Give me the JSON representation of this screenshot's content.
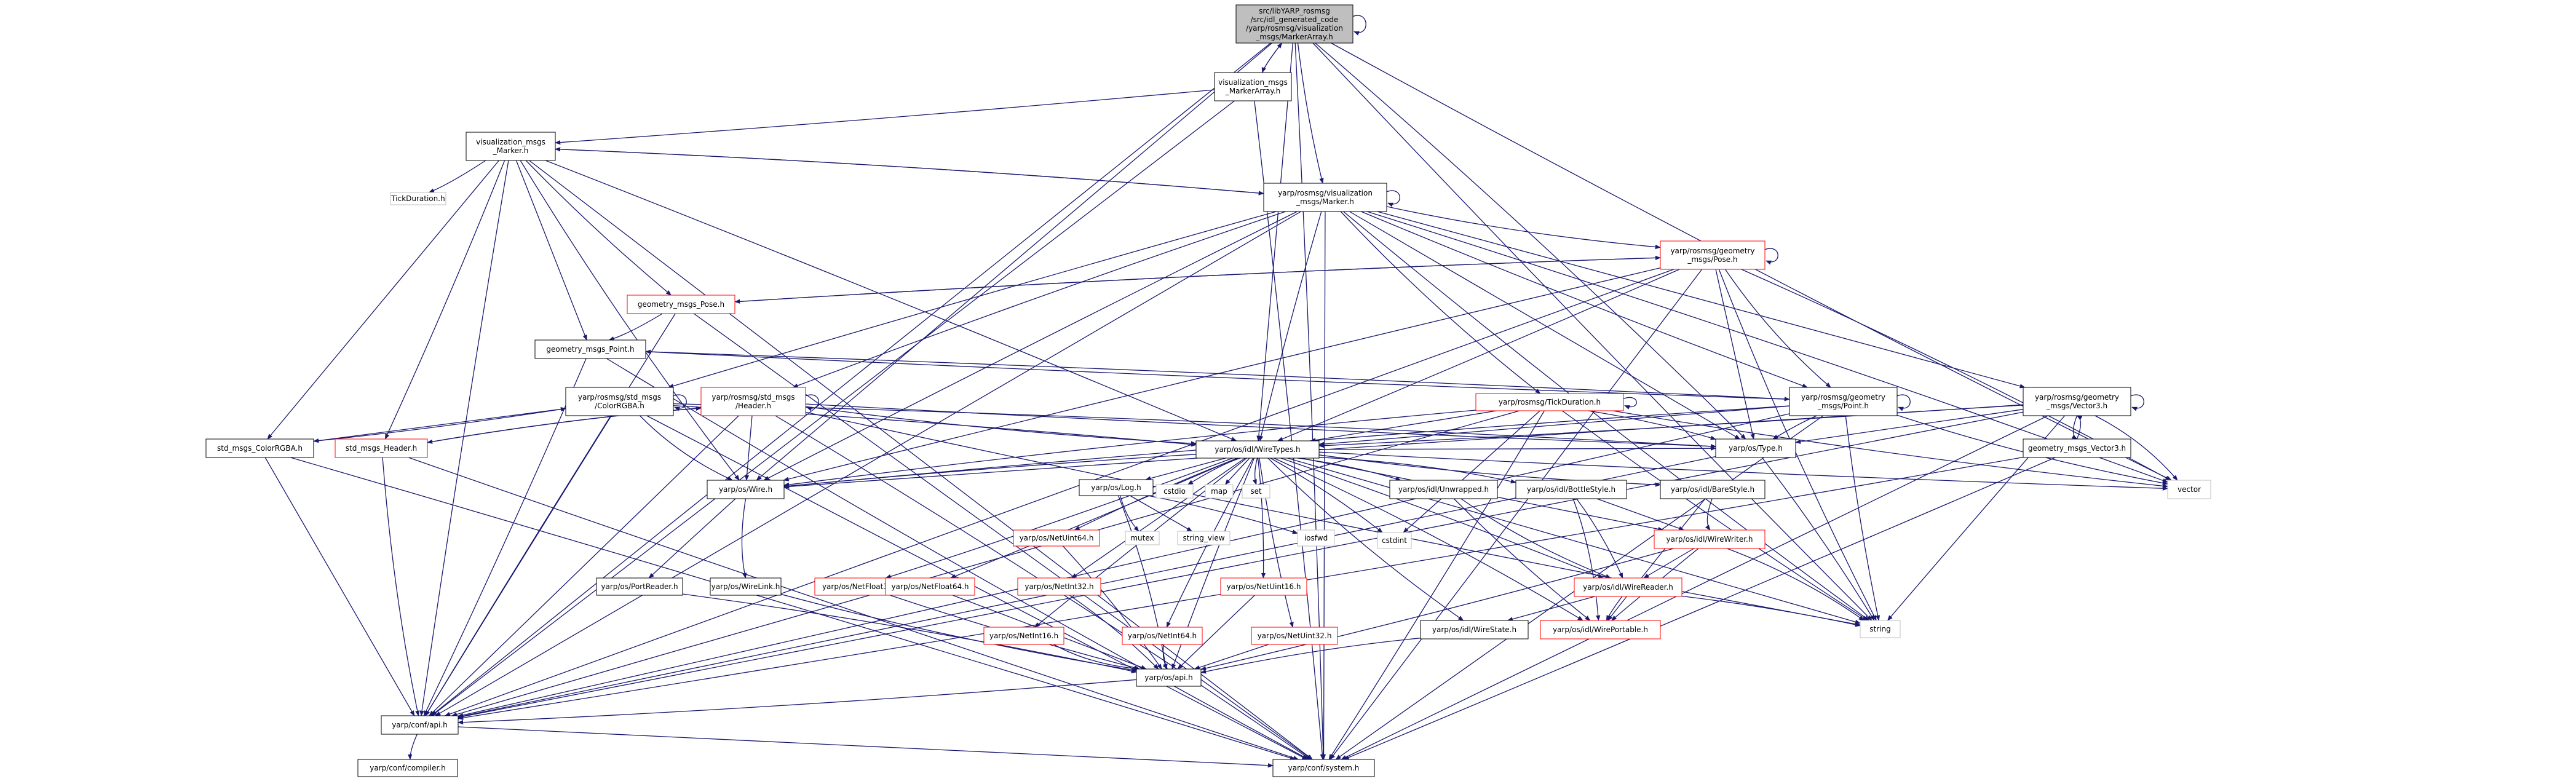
{
  "nodes": [
    {
      "id": "root",
      "lines": [
        "src/libYARP_rosmsg",
        "/src/idl_generated_code",
        "/yarp/rosmsg/visualization",
        "_msgs/MarkerArray.h"
      ],
      "kind": "root"
    },
    {
      "id": "vmMarkerArray",
      "lines": [
        "visualization_msgs",
        "_MarkerArray.h"
      ],
      "kind": "black"
    },
    {
      "id": "vmMarker",
      "lines": [
        "visualization_msgs",
        "_Marker.h"
      ],
      "kind": "black"
    },
    {
      "id": "yrVisMarker",
      "lines": [
        "yarp/rosmsg/visualization",
        "_msgs/Marker.h"
      ],
      "kind": "black"
    },
    {
      "id": "tickDurationTop",
      "lines": [
        "TickDuration.h"
      ],
      "kind": "gray"
    },
    {
      "id": "yrGeomPose",
      "lines": [
        "yarp/rosmsg/geometry",
        "_msgs/Pose.h"
      ],
      "kind": "red"
    },
    {
      "id": "gmPose",
      "lines": [
        "geometry_msgs_Pose.h"
      ],
      "kind": "red"
    },
    {
      "id": "gmPoint",
      "lines": [
        "geometry_msgs_Point.h"
      ],
      "kind": "black"
    },
    {
      "id": "yrGeomPoint",
      "lines": [
        "yarp/rosmsg/geometry",
        "_msgs/Point.h"
      ],
      "kind": "black"
    },
    {
      "id": "yrGeomVec3",
      "lines": [
        "yarp/rosmsg/geometry",
        "_msgs/Vector3.h"
      ],
      "kind": "black"
    },
    {
      "id": "gmVec3",
      "lines": [
        "geometry_msgs_Vector3.h"
      ],
      "kind": "black"
    },
    {
      "id": "yrStdColor",
      "lines": [
        "yarp/rosmsg/std_msgs",
        "/ColorRGBA.h"
      ],
      "kind": "black"
    },
    {
      "id": "yrStdHeader",
      "lines": [
        "yarp/rosmsg/std_msgs",
        "/Header.h"
      ],
      "kind": "red"
    },
    {
      "id": "yrTickDur",
      "lines": [
        "yarp/rosmsg/TickDuration.h"
      ],
      "kind": "red"
    },
    {
      "id": "stdColor",
      "lines": [
        "std_msgs_ColorRGBA.h"
      ],
      "kind": "black"
    },
    {
      "id": "stdHeader",
      "lines": [
        "std_msgs_Header.h"
      ],
      "kind": "red"
    },
    {
      "id": "wireTypes",
      "lines": [
        "yarp/os/idl/WireTypes.h"
      ],
      "kind": "black"
    },
    {
      "id": "osType",
      "lines": [
        "yarp/os/Type.h"
      ],
      "kind": "black"
    },
    {
      "id": "osWire",
      "lines": [
        "yarp/os/Wire.h"
      ],
      "kind": "black"
    },
    {
      "id": "cstdio",
      "lines": [
        "cstdio"
      ],
      "kind": "gray"
    },
    {
      "id": "map",
      "lines": [
        "map"
      ],
      "kind": "gray"
    },
    {
      "id": "set",
      "lines": [
        "set"
      ],
      "kind": "gray"
    },
    {
      "id": "osLog",
      "lines": [
        "yarp/os/Log.h"
      ],
      "kind": "black"
    },
    {
      "id": "unwrapped",
      "lines": [
        "yarp/os/idl/Unwrapped.h"
      ],
      "kind": "black"
    },
    {
      "id": "bottleStyle",
      "lines": [
        "yarp/os/idl/BottleStyle.h"
      ],
      "kind": "black"
    },
    {
      "id": "bareStyle",
      "lines": [
        "yarp/os/idl/BareStyle.h"
      ],
      "kind": "black"
    },
    {
      "id": "vector",
      "lines": [
        "vector"
      ],
      "kind": "gray"
    },
    {
      "id": "mutex",
      "lines": [
        "mutex"
      ],
      "kind": "gray"
    },
    {
      "id": "stringView",
      "lines": [
        "string_view"
      ],
      "kind": "gray"
    },
    {
      "id": "iosfwd",
      "lines": [
        "iosfwd"
      ],
      "kind": "gray"
    },
    {
      "id": "cstdint",
      "lines": [
        "cstdint"
      ],
      "kind": "gray"
    },
    {
      "id": "netUint64",
      "lines": [
        "yarp/os/NetUint64.h"
      ],
      "kind": "red"
    },
    {
      "id": "wireWriter",
      "lines": [
        "yarp/os/idl/WireWriter.h"
      ],
      "kind": "red"
    },
    {
      "id": "wireReader",
      "lines": [
        "yarp/os/idl/WireReader.h"
      ],
      "kind": "red"
    },
    {
      "id": "portReader",
      "lines": [
        "yarp/os/PortReader.h"
      ],
      "kind": "black"
    },
    {
      "id": "wireLink",
      "lines": [
        "yarp/os/WireLink.h"
      ],
      "kind": "black"
    },
    {
      "id": "netFloat32",
      "lines": [
        "yarp/os/NetFloat32.h"
      ],
      "kind": "red"
    },
    {
      "id": "netFloat64",
      "lines": [
        "yarp/os/NetFloat64.h"
      ],
      "kind": "red"
    },
    {
      "id": "netInt32",
      "lines": [
        "yarp/os/NetInt32.h"
      ],
      "kind": "red"
    },
    {
      "id": "netUint16",
      "lines": [
        "yarp/os/NetUint16.h"
      ],
      "kind": "red"
    },
    {
      "id": "string",
      "lines": [
        "string"
      ],
      "kind": "gray"
    },
    {
      "id": "wireState",
      "lines": [
        "yarp/os/idl/WireState.h"
      ],
      "kind": "black"
    },
    {
      "id": "wirePortable",
      "lines": [
        "yarp/os/idl/WirePortable.h"
      ],
      "kind": "red"
    },
    {
      "id": "netInt16",
      "lines": [
        "yarp/os/NetInt16.h"
      ],
      "kind": "red"
    },
    {
      "id": "netInt64",
      "lines": [
        "yarp/os/NetInt64.h"
      ],
      "kind": "red"
    },
    {
      "id": "netUint32",
      "lines": [
        "yarp/os/NetUint32.h"
      ],
      "kind": "red"
    },
    {
      "id": "osApi",
      "lines": [
        "yarp/os/api.h"
      ],
      "kind": "black"
    },
    {
      "id": "confApi",
      "lines": [
        "yarp/conf/api.h"
      ],
      "kind": "black"
    },
    {
      "id": "confCompiler",
      "lines": [
        "yarp/conf/compiler.h"
      ],
      "kind": "black"
    },
    {
      "id": "confSystem",
      "lines": [
        "yarp/conf/system.h"
      ],
      "kind": "black"
    }
  ],
  "edges": [
    [
      "root",
      "vmMarkerArray"
    ],
    [
      "root",
      "yrVisMarker"
    ],
    [
      "root",
      "wireTypes"
    ],
    [
      "root",
      "osWire"
    ],
    [
      "root",
      "osType"
    ],
    [
      "root",
      "vector"
    ],
    [
      "root",
      "string"
    ],
    [
      "root",
      "confApi"
    ],
    [
      "root",
      "confSystem"
    ],
    [
      "root",
      "root"
    ],
    [
      "vmMarkerArray",
      "root"
    ],
    [
      "vmMarkerArray",
      "vmMarker"
    ],
    [
      "vmMarkerArray",
      "confApi"
    ],
    [
      "vmMarkerArray",
      "confSystem"
    ],
    [
      "vmMarker",
      "yrVisMarker"
    ],
    [
      "vmMarker",
      "tickDurationTop"
    ],
    [
      "vmMarker",
      "gmPose"
    ],
    [
      "vmMarker",
      "gmPoint"
    ],
    [
      "vmMarker",
      "stdColor"
    ],
    [
      "vmMarker",
      "stdHeader"
    ],
    [
      "vmMarker",
      "osWire"
    ],
    [
      "vmMarker",
      "confApi"
    ],
    [
      "vmMarker",
      "confSystem"
    ],
    [
      "vmMarker",
      "wireTypes"
    ],
    [
      "yrVisMarker",
      "vmMarker"
    ],
    [
      "yrVisMarker",
      "yrGeomPose"
    ],
    [
      "yrVisMarker",
      "yrGeomPoint"
    ],
    [
      "yrVisMarker",
      "yrGeomVec3"
    ],
    [
      "yrVisMarker",
      "yrStdColor"
    ],
    [
      "yrVisMarker",
      "yrStdHeader"
    ],
    [
      "yrVisMarker",
      "yrTickDur"
    ],
    [
      "yrVisMarker",
      "wireTypes"
    ],
    [
      "yrVisMarker",
      "osType"
    ],
    [
      "yrVisMarker",
      "osWire"
    ],
    [
      "yrVisMarker",
      "vector"
    ],
    [
      "yrVisMarker",
      "string"
    ],
    [
      "yrVisMarker",
      "confApi"
    ],
    [
      "yrVisMarker",
      "confSystem"
    ],
    [
      "yrVisMarker",
      "yrVisMarker"
    ],
    [
      "yrGeomPose",
      "gmPose"
    ],
    [
      "yrGeomPose",
      "yrGeomPoint"
    ],
    [
      "yrGeomPose",
      "wireTypes"
    ],
    [
      "yrGeomPose",
      "osType"
    ],
    [
      "yrGeomPose",
      "osWire"
    ],
    [
      "yrGeomPose",
      "vector"
    ],
    [
      "yrGeomPose",
      "string"
    ],
    [
      "yrGeomPose",
      "confApi"
    ],
    [
      "yrGeomPose",
      "confSystem"
    ],
    [
      "yrGeomPose",
      "yrGeomPose"
    ],
    [
      "gmPose",
      "yrGeomPose"
    ],
    [
      "gmPose",
      "gmPoint"
    ],
    [
      "gmPose",
      "confApi"
    ],
    [
      "gmPose",
      "confSystem"
    ],
    [
      "gmPoint",
      "yrGeomPoint"
    ],
    [
      "gmPoint",
      "confApi"
    ],
    [
      "gmPoint",
      "confSystem"
    ],
    [
      "yrGeomPoint",
      "gmPoint"
    ],
    [
      "yrGeomPoint",
      "wireTypes"
    ],
    [
      "yrGeomPoint",
      "osType"
    ],
    [
      "yrGeomPoint",
      "osWire"
    ],
    [
      "yrGeomPoint",
      "vector"
    ],
    [
      "yrGeomPoint",
      "string"
    ],
    [
      "yrGeomPoint",
      "confApi"
    ],
    [
      "yrGeomPoint",
      "confSystem"
    ],
    [
      "yrGeomPoint",
      "yrGeomPoint"
    ],
    [
      "yrGeomVec3",
      "gmVec3"
    ],
    [
      "yrGeomVec3",
      "wireTypes"
    ],
    [
      "yrGeomVec3",
      "osType"
    ],
    [
      "yrGeomVec3",
      "osWire"
    ],
    [
      "yrGeomVec3",
      "vector"
    ],
    [
      "yrGeomVec3",
      "string"
    ],
    [
      "yrGeomVec3",
      "confApi"
    ],
    [
      "yrGeomVec3",
      "confSystem"
    ],
    [
      "yrGeomVec3",
      "yrGeomVec3"
    ],
    [
      "gmVec3",
      "yrGeomVec3"
    ],
    [
      "gmVec3",
      "confApi"
    ],
    [
      "gmVec3",
      "confSystem"
    ],
    [
      "yrStdColor",
      "stdColor"
    ],
    [
      "yrStdColor",
      "wireTypes"
    ],
    [
      "yrStdColor",
      "osType"
    ],
    [
      "yrStdColor",
      "osWire"
    ],
    [
      "yrStdColor",
      "confApi"
    ],
    [
      "yrStdColor",
      "confSystem"
    ],
    [
      "yrStdColor",
      "yrStdColor"
    ],
    [
      "yrStdHeader",
      "stdHeader"
    ],
    [
      "yrStdHeader",
      "wireTypes"
    ],
    [
      "yrStdHeader",
      "osType"
    ],
    [
      "yrStdHeader",
      "osWire"
    ],
    [
      "yrStdHeader",
      "confApi"
    ],
    [
      "yrStdHeader",
      "confSystem"
    ],
    [
      "yrStdHeader",
      "string"
    ],
    [
      "yrStdHeader",
      "yrStdHeader"
    ],
    [
      "yrTickDur",
      "wireTypes"
    ],
    [
      "yrTickDur",
      "osType"
    ],
    [
      "yrTickDur",
      "osWire"
    ],
    [
      "yrTickDur",
      "vector"
    ],
    [
      "yrTickDur",
      "string"
    ],
    [
      "yrTickDur",
      "cstdint"
    ],
    [
      "yrTickDur",
      "confApi"
    ],
    [
      "yrTickDur",
      "confSystem"
    ],
    [
      "yrTickDur",
      "yrTickDur"
    ],
    [
      "stdColor",
      "yrStdColor"
    ],
    [
      "stdColor",
      "confApi"
    ],
    [
      "stdColor",
      "confSystem"
    ],
    [
      "stdHeader",
      "yrStdHeader"
    ],
    [
      "stdHeader",
      "confApi"
    ],
    [
      "stdHeader",
      "confSystem"
    ],
    [
      "wireTypes",
      "osType"
    ],
    [
      "wireTypes",
      "osWire"
    ],
    [
      "wireTypes",
      "cstdio"
    ],
    [
      "wireTypes",
      "map"
    ],
    [
      "wireTypes",
      "set"
    ],
    [
      "wireTypes",
      "osLog"
    ],
    [
      "wireTypes",
      "unwrapped"
    ],
    [
      "wireTypes",
      "bottleStyle"
    ],
    [
      "wireTypes",
      "bareStyle"
    ],
    [
      "wireTypes",
      "vector"
    ],
    [
      "wireTypes",
      "string"
    ],
    [
      "wireTypes",
      "cstdint"
    ],
    [
      "wireTypes",
      "netUint64"
    ],
    [
      "wireTypes",
      "netFloat32"
    ],
    [
      "wireTypes",
      "netFloat64"
    ],
    [
      "wireTypes",
      "netInt32"
    ],
    [
      "wireTypes",
      "netUint16"
    ],
    [
      "wireTypes",
      "netInt16"
    ],
    [
      "wireTypes",
      "netInt64"
    ],
    [
      "wireTypes",
      "netUint32"
    ],
    [
      "wireTypes",
      "wireWriter"
    ],
    [
      "wireTypes",
      "wireReader"
    ],
    [
      "wireTypes",
      "wirePortable"
    ],
    [
      "wireTypes",
      "wireState"
    ],
    [
      "wireTypes",
      "osApi"
    ],
    [
      "osType",
      "confApi"
    ],
    [
      "osType",
      "string"
    ],
    [
      "osWire",
      "portReader"
    ],
    [
      "osWire",
      "wireLink"
    ],
    [
      "osLog",
      "mutex"
    ],
    [
      "osLog",
      "stringView"
    ],
    [
      "osLog",
      "iosfwd"
    ],
    [
      "osLog",
      "osApi"
    ],
    [
      "unwrapped",
      "wireReader"
    ],
    [
      "unwrapped",
      "wirePortable"
    ],
    [
      "bottleStyle",
      "wireWriter"
    ],
    [
      "bottleStyle",
      "wireReader"
    ],
    [
      "bottleStyle",
      "wirePortable"
    ],
    [
      "bareStyle",
      "wireWriter"
    ],
    [
      "bareStyle",
      "wirePortable"
    ],
    [
      "wireWriter",
      "wireReader"
    ],
    [
      "wireWriter",
      "wirePortable"
    ],
    [
      "wireWriter",
      "string"
    ],
    [
      "wireWriter",
      "osApi"
    ],
    [
      "wireReader",
      "wirePortable"
    ],
    [
      "wireReader",
      "wireState"
    ],
    [
      "wireReader",
      "string"
    ],
    [
      "portReader",
      "osApi"
    ],
    [
      "wireLink",
      "osApi"
    ],
    [
      "netFloat32",
      "osApi"
    ],
    [
      "netFloat64",
      "osApi"
    ],
    [
      "netInt32",
      "osApi"
    ],
    [
      "netUint16",
      "osApi"
    ],
    [
      "netInt16",
      "osApi"
    ],
    [
      "netInt64",
      "osApi"
    ],
    [
      "netUint32",
      "osApi"
    ],
    [
      "netUint64",
      "osApi"
    ],
    [
      "wireState",
      "osApi"
    ],
    [
      "osApi",
      "confApi"
    ],
    [
      "confApi",
      "confCompiler"
    ],
    [
      "confApi",
      "confSystem"
    ]
  ],
  "colors": {
    "edge": "#191970",
    "root_fill": "#bfbfbf",
    "node_border": "#000000",
    "red_border": "#ff0000",
    "gray_border": "#bfbfbf",
    "text": "#000000"
  }
}
